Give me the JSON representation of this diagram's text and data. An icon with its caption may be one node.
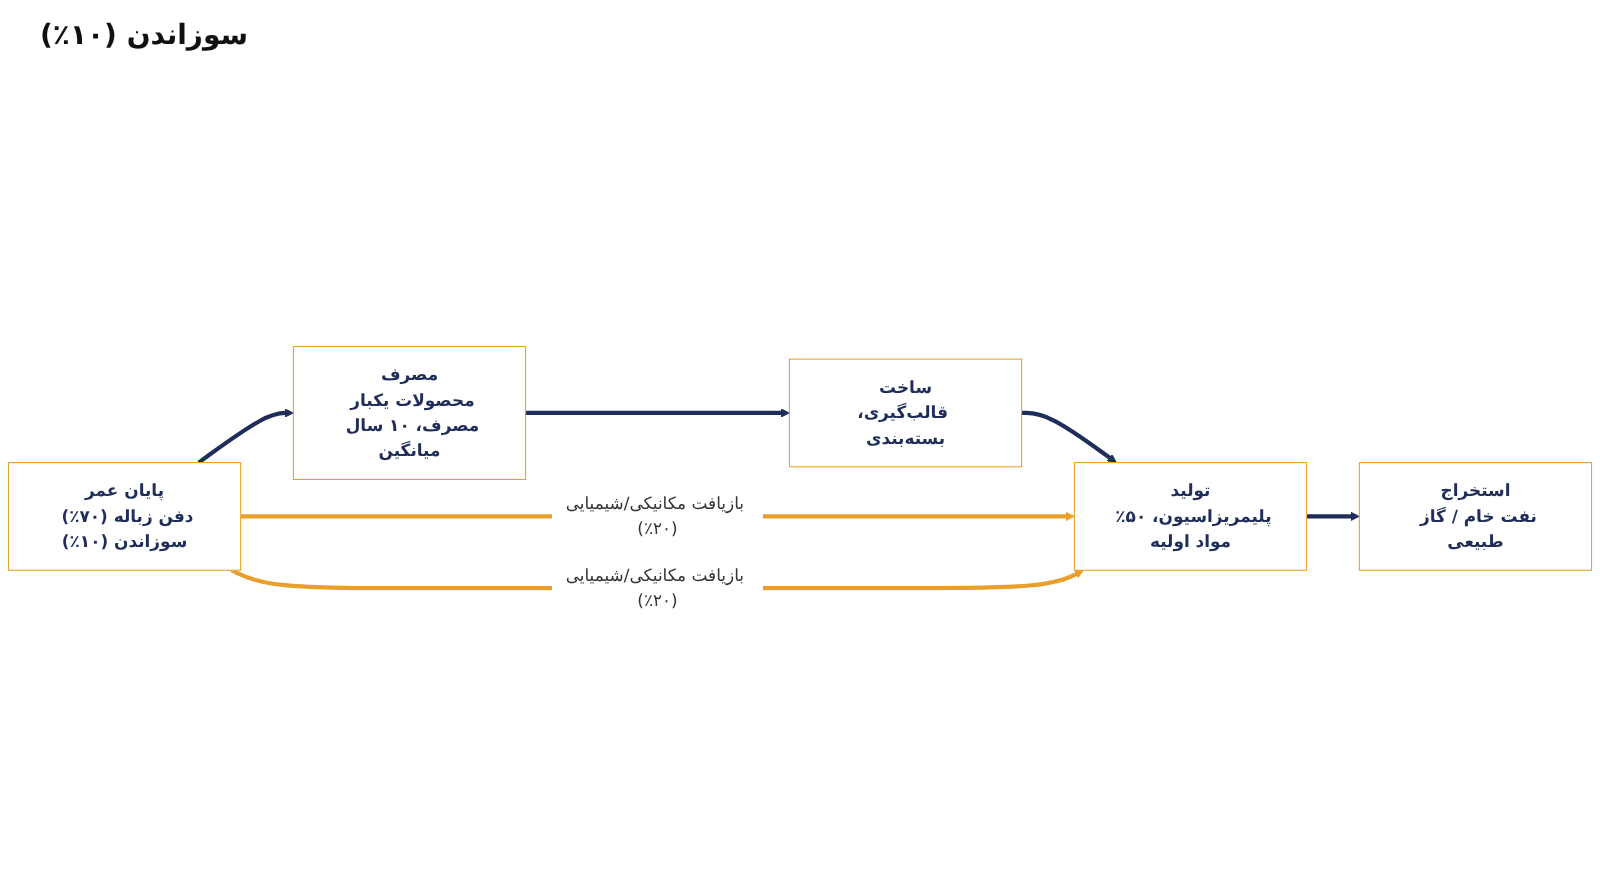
{
  "diagram": {
    "nodes": [
      {
        "text": [
          "استخراج",
          "نفت خام / گاز طبیعی"
        ]
      },
      {
        "text": [
          "تولید",
          "پلیمریزاسیون، ۵۰٪ مواد اولیه"
        ]
      },
      {
        "text": [
          "ساخت",
          "قالب‌گیری، بسته‌بندی"
        ]
      },
      {
        "text": [
          "مصرف",
          "محصولات یکبار مصرف، ۱۰ سال میانگین"
        ]
      },
      {
        "text": [
          "پایان عمر",
          "دفن زباله (۷۰٪) سوزاندن (۱۰٪)"
        ]
      }
    ],
    "edges": [
      {
        "from": 4,
        "to": 3,
        "arrow": "to"
      },
      {
        "from": 3,
        "to": 2,
        "arrow": "to"
      },
      {
        "from": 2,
        "to": 1,
        "arrow": "to"
      },
      {
        "from": 1,
        "to": 0,
        "arrow": "to"
      },
      {
        "from": 4,
        "to": 1,
        "arrow": "to",
        "label": "بازیافت مکانیکی/شیمیایی (۲۰٪)",
        "color": "#e8a02a"
      },
      {
        "from": 4,
        "to": 1,
        "arrow": "to",
        "label": "بازیافت مکانیکی/شیمیایی (۲۰٪)",
        "color": "#e8a02a"
      }
    ],
    "labels": [
      "سوزاندن (۱۰٪)"
    ]
  }
}
